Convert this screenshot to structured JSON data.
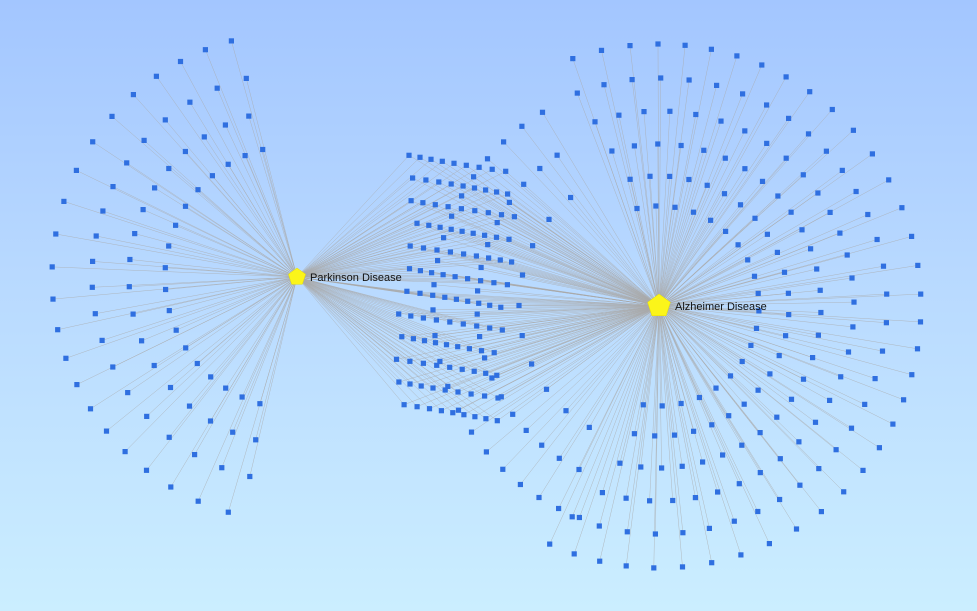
{
  "diseases": [
    {
      "id": "parkinson",
      "label": "Parkinson Disease"
    },
    {
      "id": "alzheimer",
      "label": "Alzheimer Disease"
    }
  ],
  "colors": {
    "gene_node": "#2f6fe0",
    "disease_node": "#fbf51a",
    "edge": "#a9a9a9",
    "background_top": "#a3c6ff",
    "background_bottom": "#cbeeff"
  },
  "gene_groups": [
    {
      "linked_to": [
        "parkinson"
      ],
      "gene_count": 78
    },
    {
      "linked_to": [
        "parkinson",
        "alzheimer"
      ],
      "gene_count": 108
    },
    {
      "linked_to": [
        "alzheimer"
      ],
      "gene_count": 224
    }
  ],
  "icons": {
    "disease": "pentagon-node",
    "gene": "square-node"
  }
}
